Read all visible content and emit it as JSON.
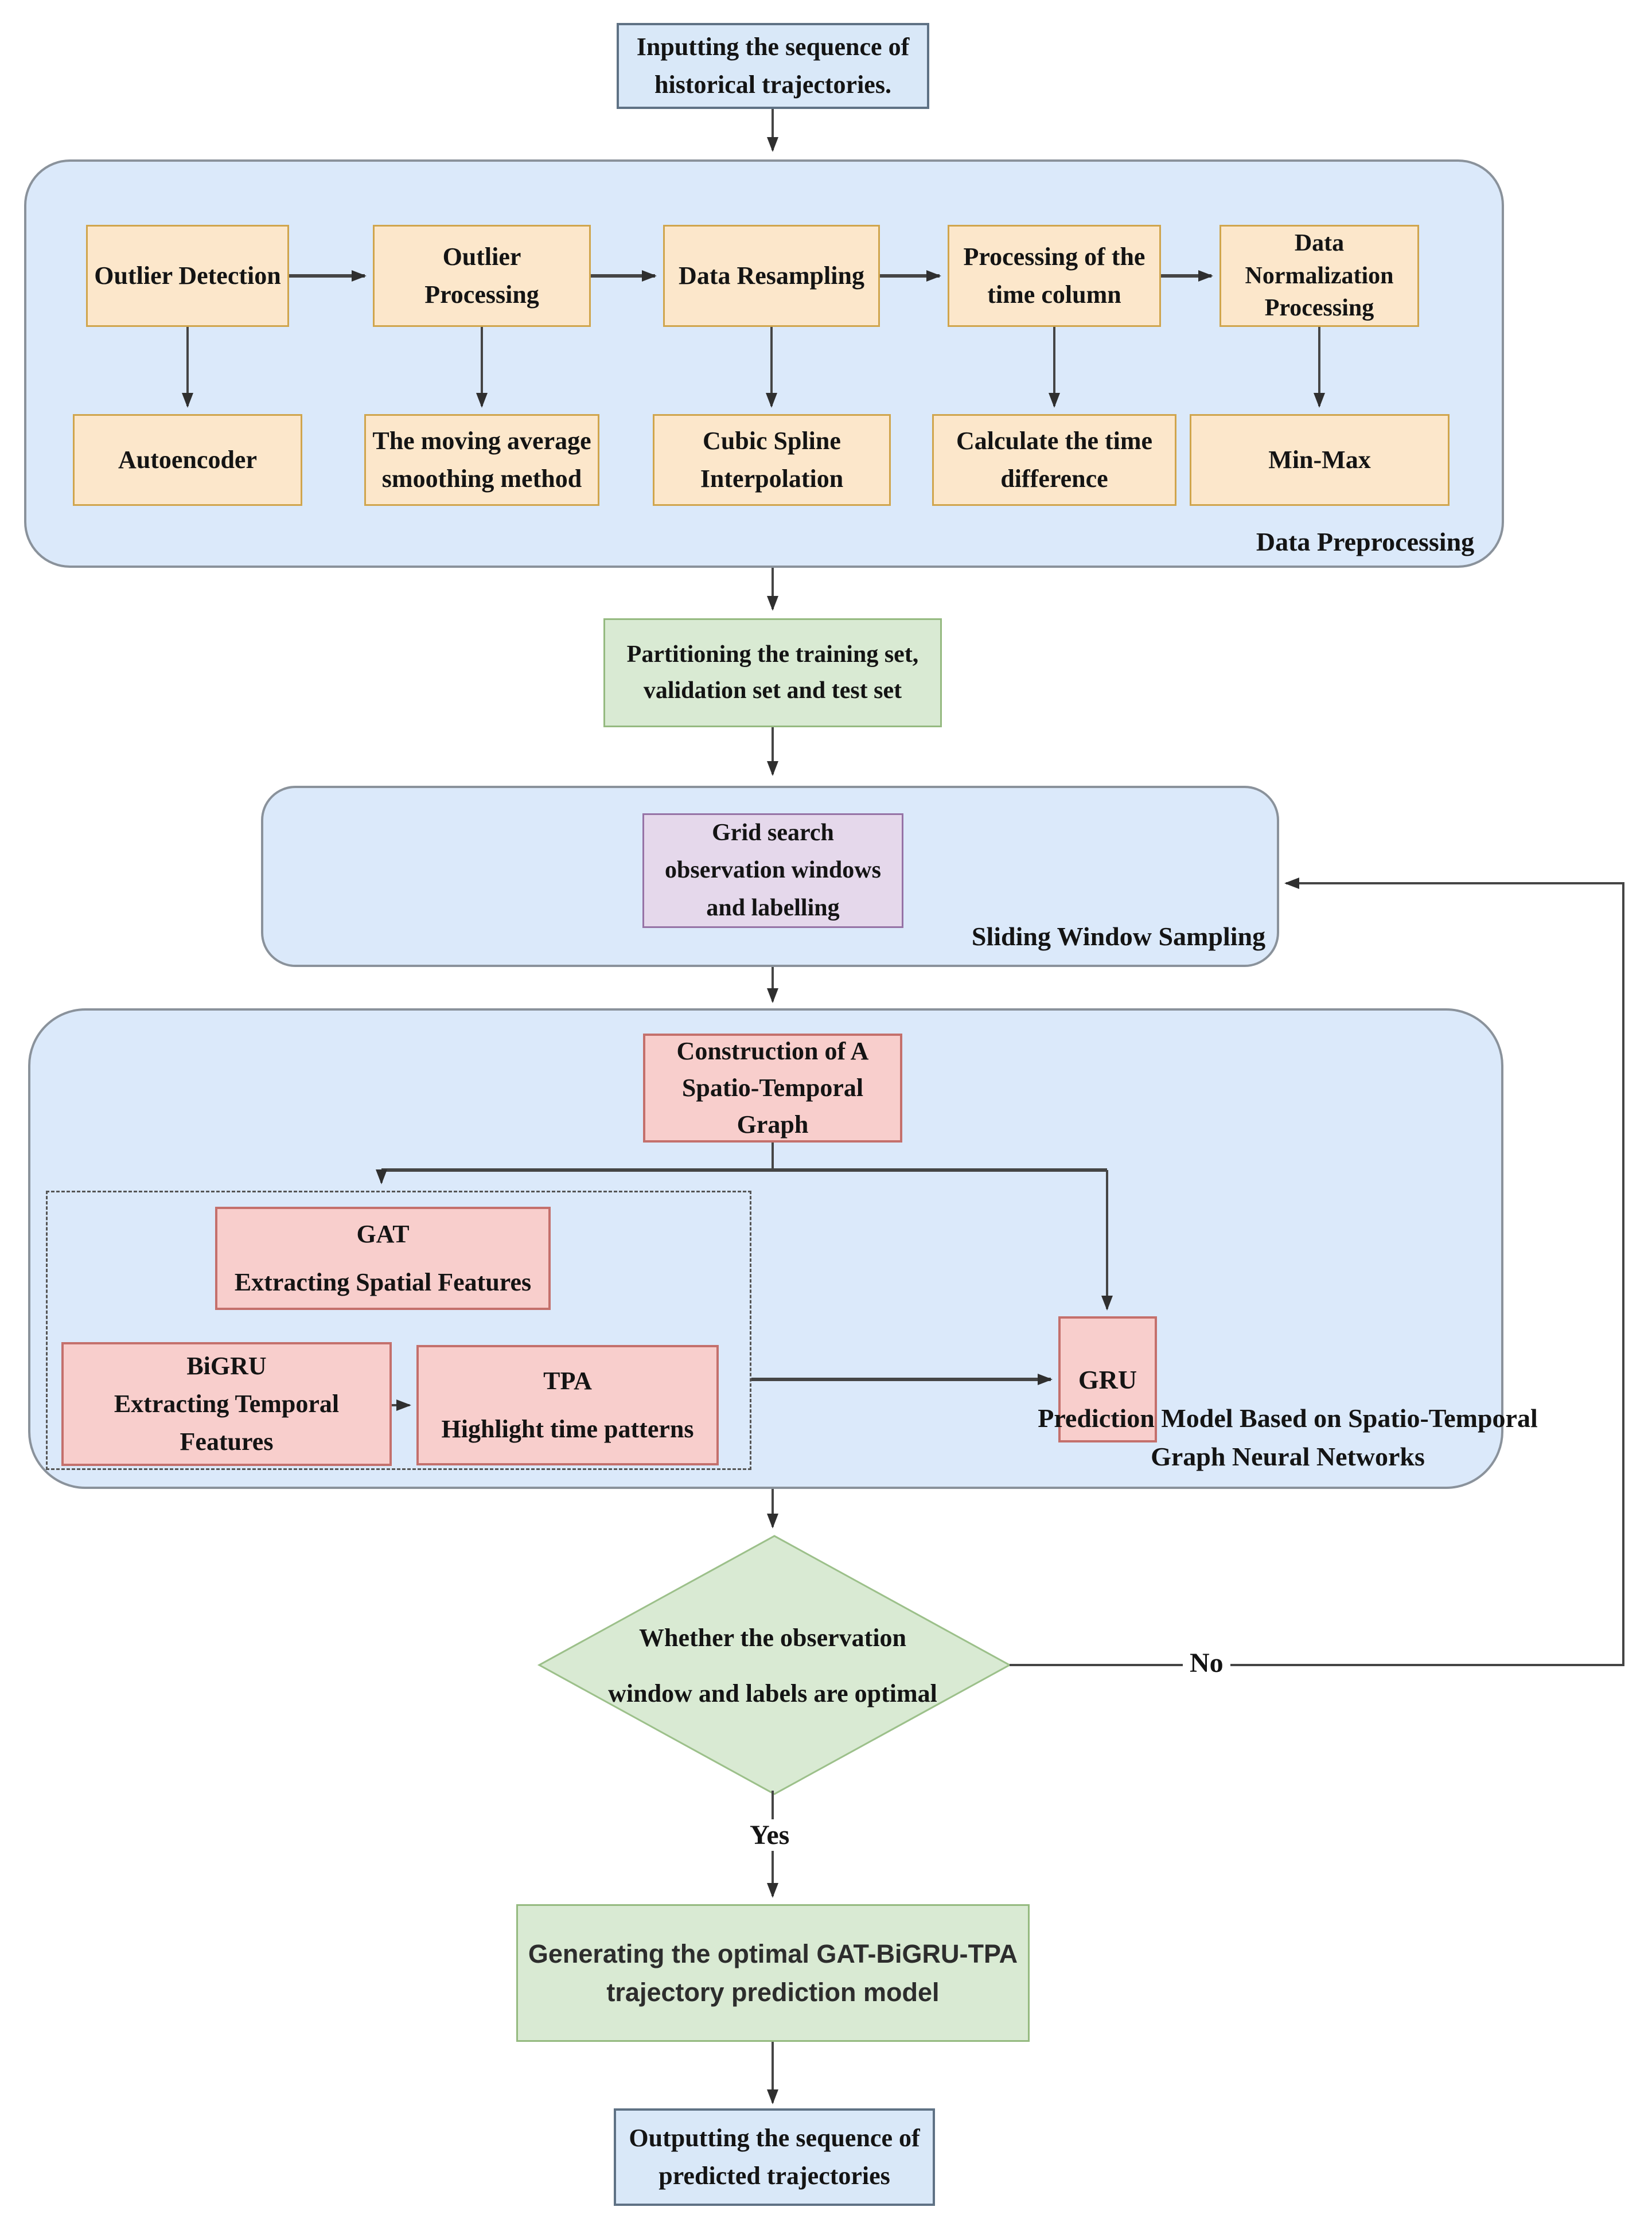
{
  "diagram": {
    "input": {
      "label": "Inputting the sequence of\nhistorical trajectories."
    },
    "data_preprocessing": {
      "container_label": "Data Preprocessing",
      "steps": [
        {
          "method": "Outlier Detection",
          "technique": "Autoencoder"
        },
        {
          "method": "Outlier\nProcessing",
          "technique": "The moving average\nsmoothing method"
        },
        {
          "method": "Data Resampling",
          "technique": "Cubic Spline\nInterpolation"
        },
        {
          "method": "Processing of the\ntime column",
          "technique": "Calculate the time\ndifference"
        },
        {
          "method": "Data\nNormalization\nProcessing",
          "technique": "Min-Max"
        }
      ]
    },
    "partition": {
      "label": "Partitioning the training set,\nvalidation set and test set"
    },
    "sliding_window": {
      "container_label": "Sliding Window Sampling",
      "grid_search": {
        "label": "Grid search\nobservation windows\nand labelling"
      }
    },
    "prediction_model": {
      "container_label": "Prediction Model Based on Spatio-Temporal\nGraph Neural Networks",
      "construction": {
        "label": "Construction of A\nSpatio-Temporal\nGraph"
      },
      "gat": {
        "label": "GAT\nExtracting Spatial Features"
      },
      "bigru": {
        "label": "BiGRU\nExtracting Temporal\nFeatures"
      },
      "tpa": {
        "label": "TPA\nHighlight time patterns"
      },
      "gru": {
        "label": "GRU"
      }
    },
    "decision": {
      "label": "Whether the observation\nwindow and labels are optimal",
      "yes_label": "Yes",
      "no_label": "No"
    },
    "generating": {
      "label": "Generating the optimal GAT-BiGRU-TPA\ntrajectory prediction model"
    },
    "output": {
      "label": "Outputting the sequence of\npredicted trajectories"
    }
  },
  "colors": {
    "node_blue_fill": "#d9e8f8",
    "node_blue_border": "#5f7285",
    "container_blue_fill": "#dbe9fa",
    "container_border": "#8a929b",
    "orange_fill": "#fce7cb",
    "orange_border": "#d0a54d",
    "green_fill": "#d9ead3",
    "green_border": "#95ba80",
    "purple_fill": "#e5d8eb",
    "purple_border": "#9673a6",
    "pink_fill": "#f8cecc",
    "pink_border": "#c4706c",
    "edge_color": "#454545"
  }
}
